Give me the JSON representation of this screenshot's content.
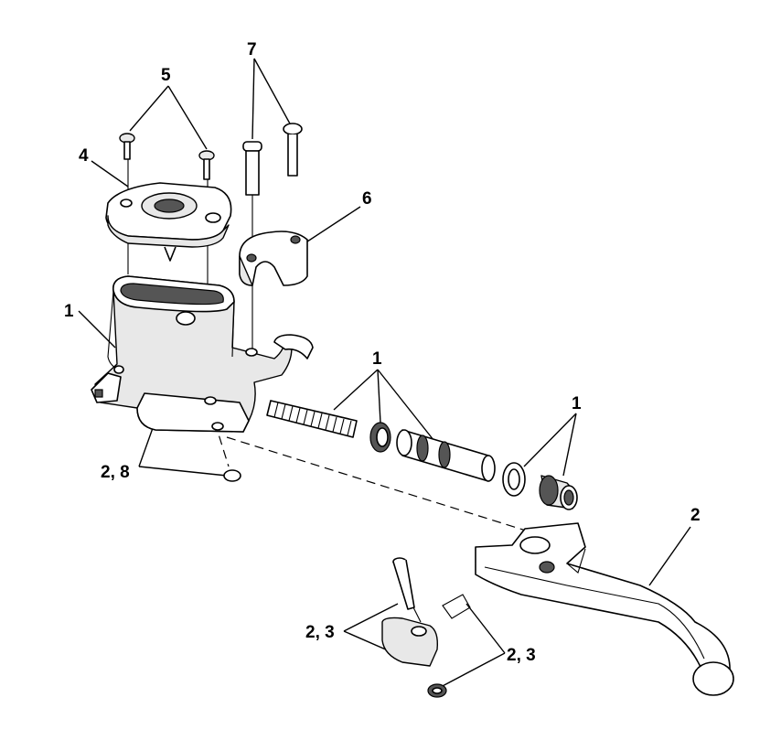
{
  "callouts": {
    "c5": "5",
    "c7": "7",
    "c4": "4",
    "c6": "6",
    "c1_housing": "1",
    "c1_center": "1",
    "c1_right": "1",
    "c2_lever": "2",
    "c28": "2, 8",
    "c23_left": "2, 3",
    "c23_right": "2, 3"
  }
}
